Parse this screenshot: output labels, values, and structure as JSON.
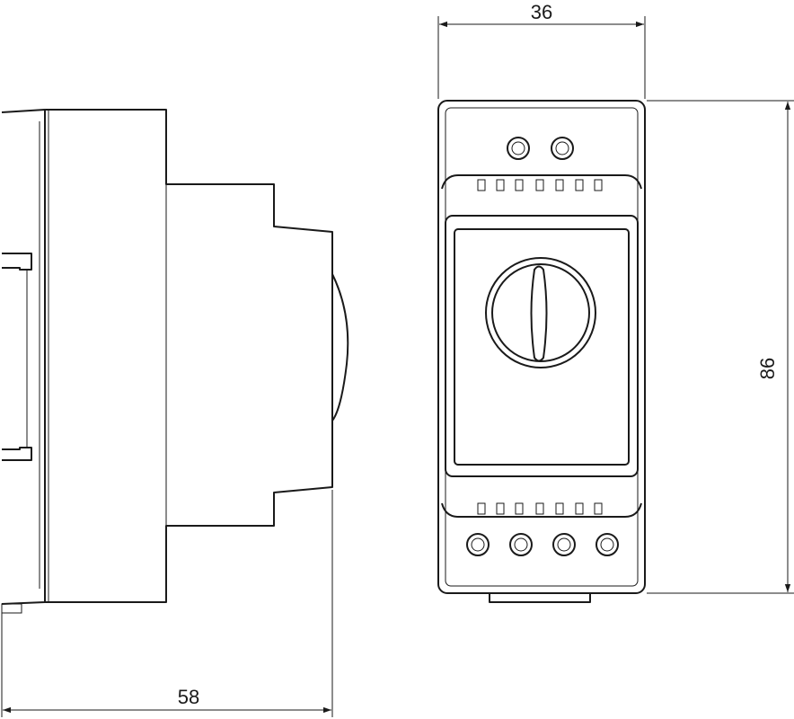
{
  "drawing": {
    "dimensions": {
      "width_mm": "36",
      "height_mm": "86",
      "depth_mm": "58"
    }
  }
}
